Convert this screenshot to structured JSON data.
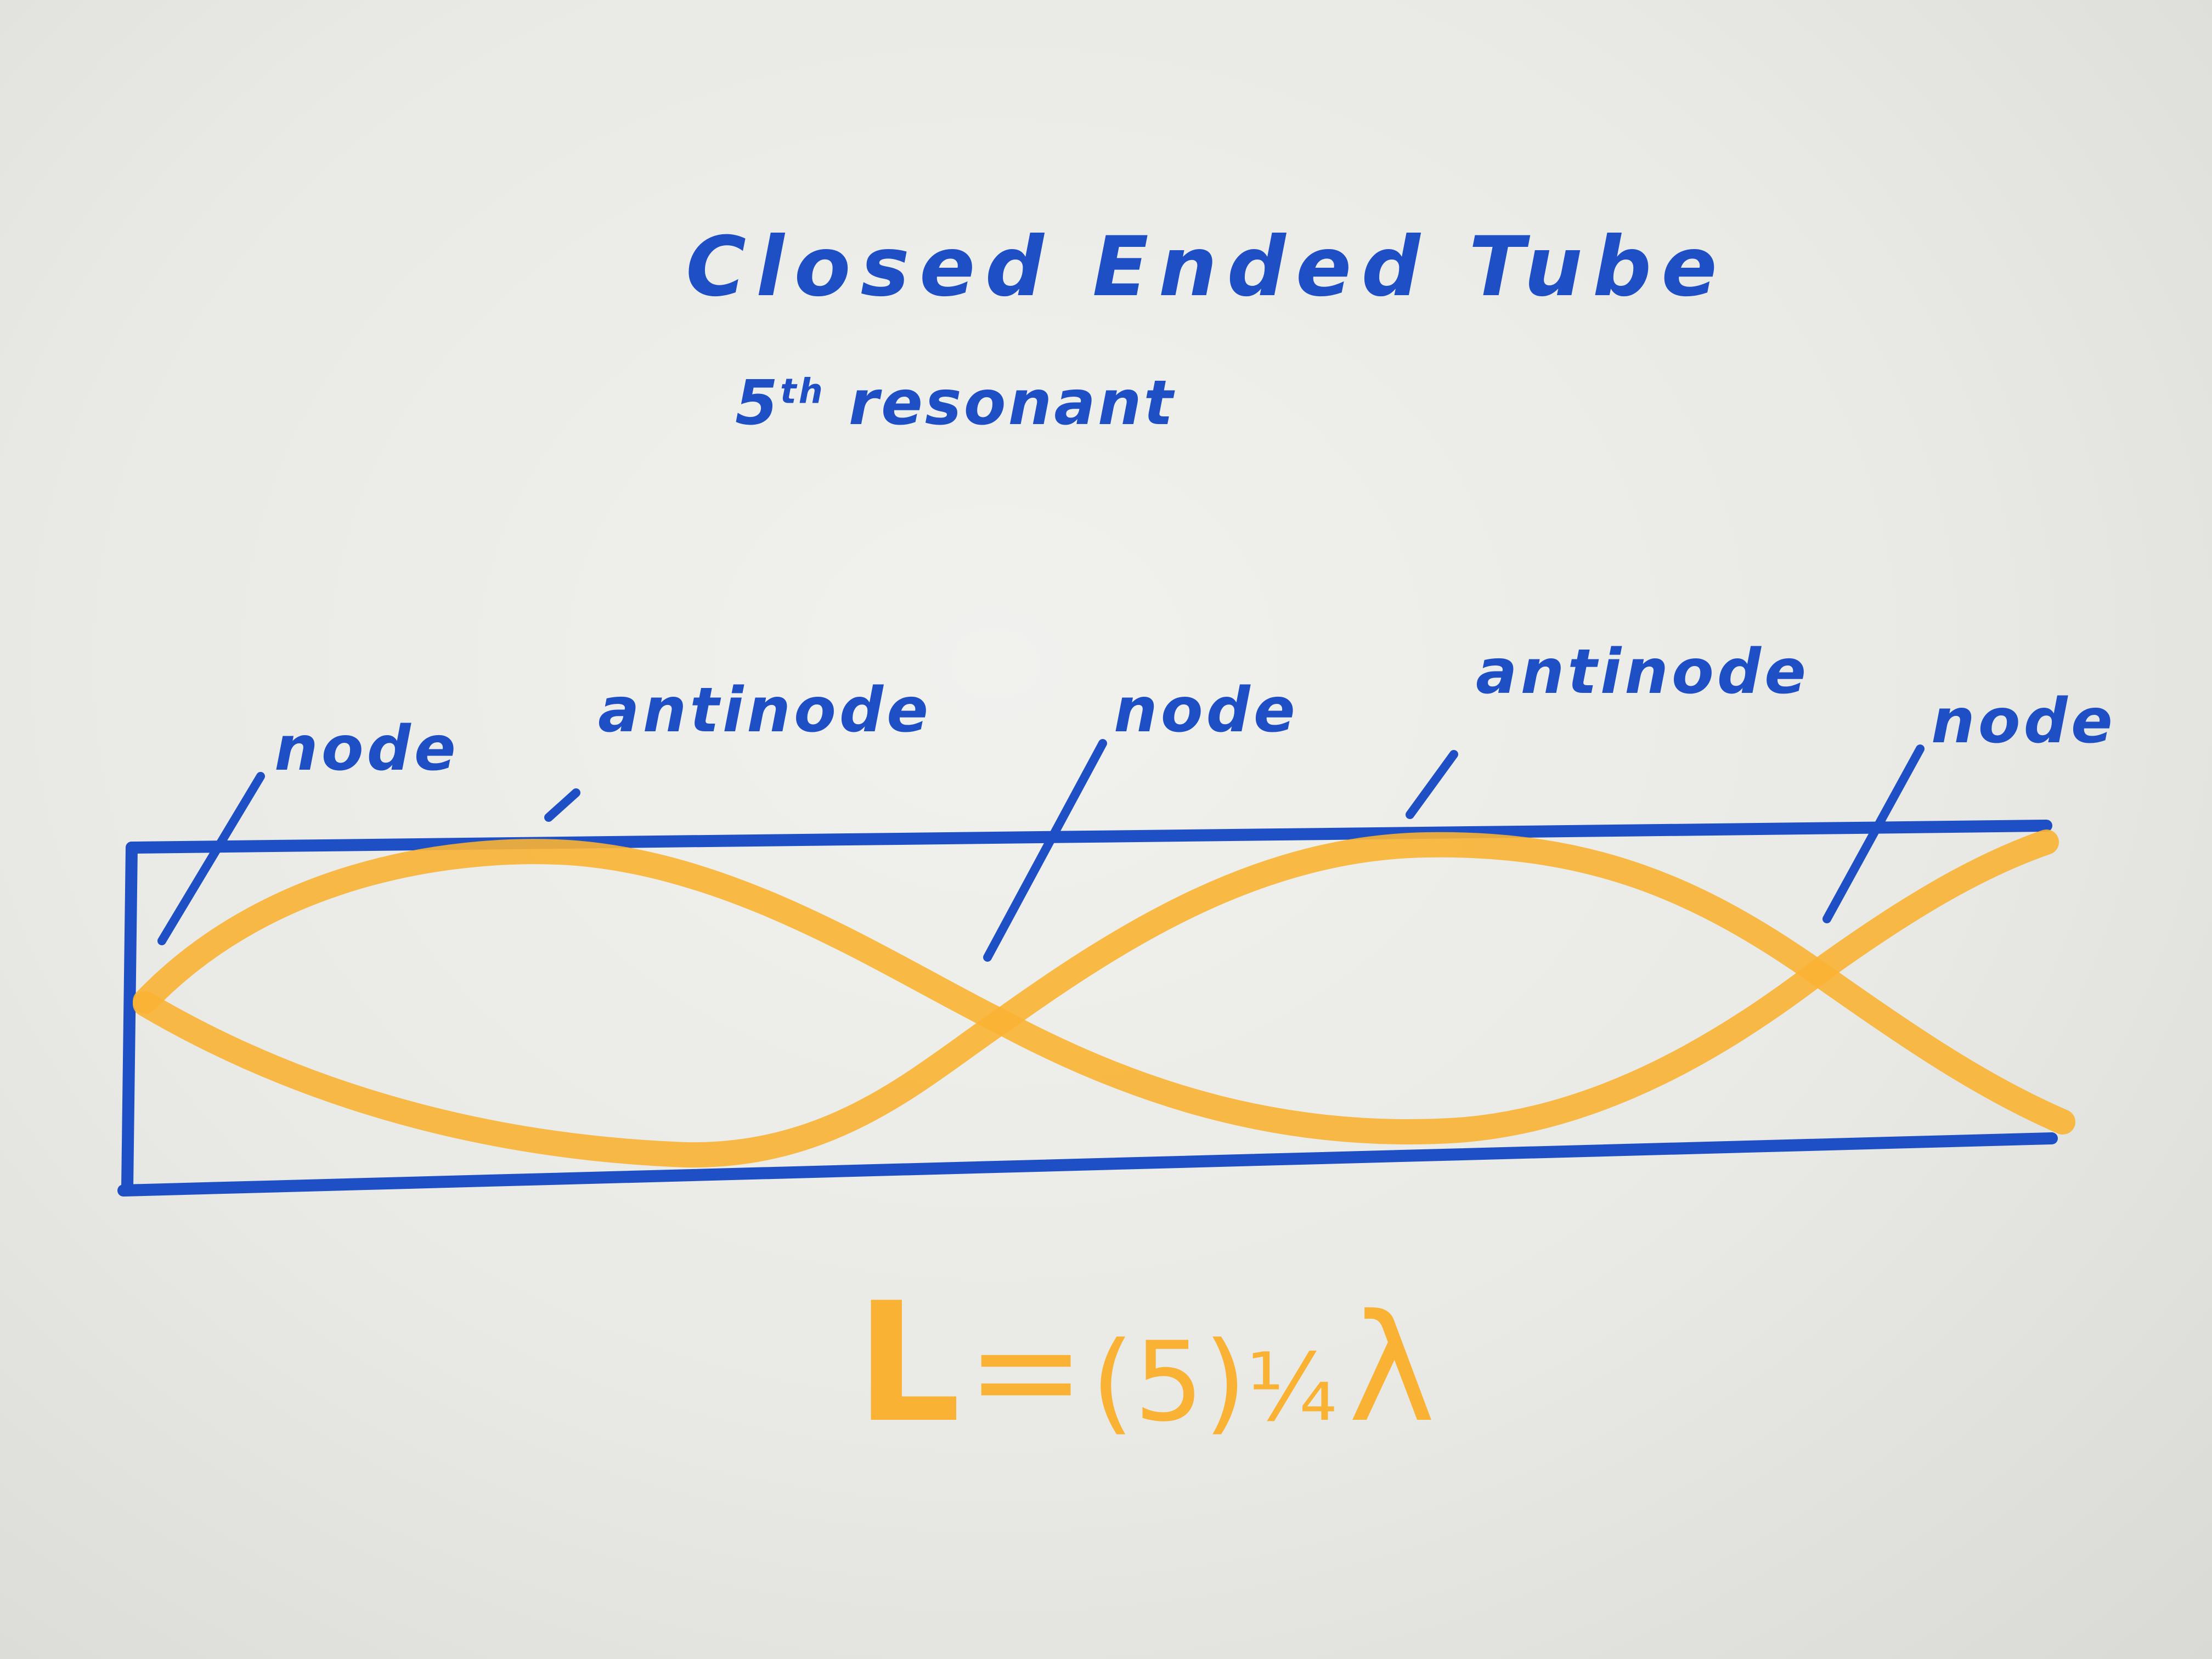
{
  "title": "Closed Ended Tube",
  "subtitle": {
    "ordinal": "5",
    "suffix": "th",
    "text": "resonant"
  },
  "labels": [
    "node",
    "antinode",
    "node",
    "antinode",
    "node"
  ],
  "formula": {
    "lhs": "L",
    "eq": "=",
    "paren": "(5)",
    "frac": "¼",
    "symbol": "λ"
  },
  "colors": {
    "ink_blue": "#1f4fc4",
    "wave_orange": "#f9b233"
  }
}
